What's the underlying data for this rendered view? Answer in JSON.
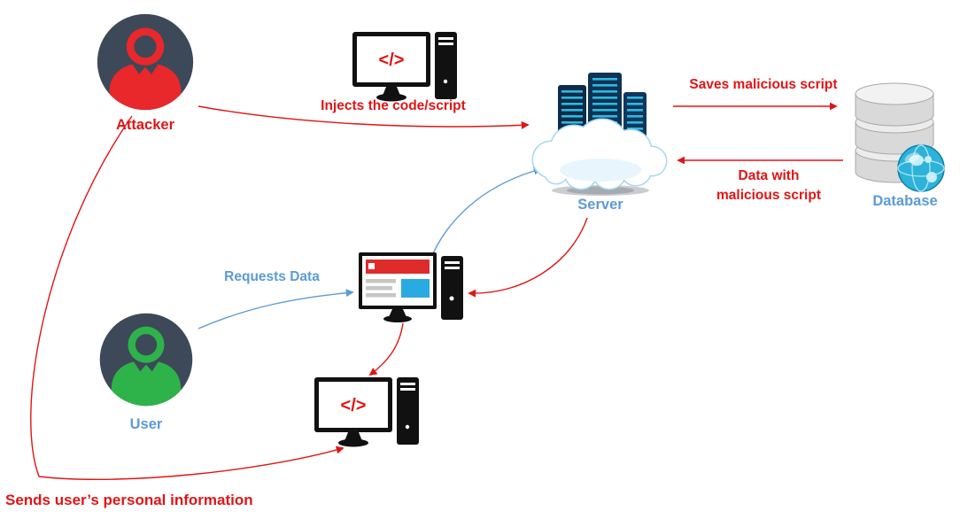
{
  "diagram_type": "stored-xss-attack-flow",
  "colors": {
    "red_accent": "#e01515",
    "blue_accent": "#5b9bd5",
    "user_green": "#2db34a",
    "avatar_bg_navy": "#3d4859",
    "rack_navy": "#0e3355",
    "rack_stripe_cyan": "#2fb9e0",
    "cloud_outline": "#a6d8ef",
    "screen_header_red": "#e02b2b",
    "screen_box_blue": "#29abe2",
    "db_silver": "#d9d9d9",
    "globe_teal": "#2db3d9"
  },
  "nodes": {
    "attacker": {
      "label": "Attacker",
      "icon": "attacker-avatar-icon",
      "accent": "#e8282b"
    },
    "user": {
      "label": "User",
      "icon": "user-avatar-icon",
      "accent": "#2db34a"
    },
    "server": {
      "label": "Server",
      "icon": "server-cloud-icon"
    },
    "database": {
      "label": "Database",
      "icon": "database-icon"
    },
    "attacker_pc": {
      "glyph": "</>",
      "icon": "code-monitor-icon"
    },
    "browser_pc": {
      "icon": "browser-monitor-icon"
    },
    "victim_pc": {
      "glyph": "</>",
      "icon": "code-monitor-icon"
    }
  },
  "edges": [
    {
      "id": "injects",
      "from": "attacker",
      "to": "server",
      "color": "#e01515",
      "label": "Injects the code/script"
    },
    {
      "id": "saves",
      "from": "server",
      "to": "database",
      "color": "#e01515",
      "label": "Saves malicious script"
    },
    {
      "id": "returns",
      "from": "database",
      "to": "server",
      "color": "#e01515",
      "label": "Data with malicious script",
      "label_lines": [
        "Data with",
        "malicious script"
      ]
    },
    {
      "id": "requests",
      "from": "user",
      "to": "browser_pc",
      "color": "#5b9bd5",
      "label": "Requests Data"
    },
    {
      "id": "request_to_server",
      "from": "browser_pc",
      "to": "server",
      "color": "#5b9bd5",
      "label": ""
    },
    {
      "id": "response",
      "from": "server",
      "to": "browser_pc",
      "color": "#e01515",
      "label": ""
    },
    {
      "id": "executes",
      "from": "browser_pc",
      "to": "victim_pc",
      "color": "#e01515",
      "label": ""
    },
    {
      "id": "sends",
      "from": "victim_pc",
      "to": "attacker",
      "color": "#e01515",
      "label": "Sends user’s personal information"
    }
  ]
}
